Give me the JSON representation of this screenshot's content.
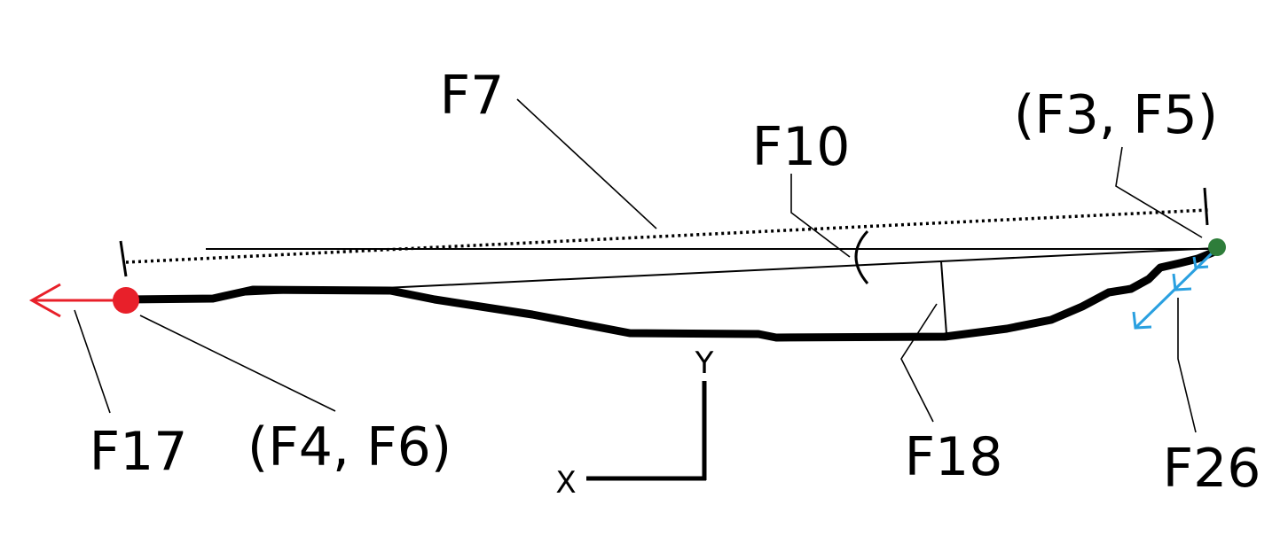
{
  "labels": {
    "f7": "F7",
    "f10": "F10",
    "f3_f5": "(F3, F5)",
    "f17": "F17",
    "f4_f6": "(F4, F6)",
    "f18": "F18",
    "f26": "F26"
  },
  "axes": {
    "x": "X",
    "y": "Y"
  },
  "colors": {
    "line": "#000000",
    "start_point": "#e8202a",
    "end_point": "#2e7d3a",
    "force_arrow": "#e8202a",
    "velocity_arrow": "#2aa0e0"
  }
}
